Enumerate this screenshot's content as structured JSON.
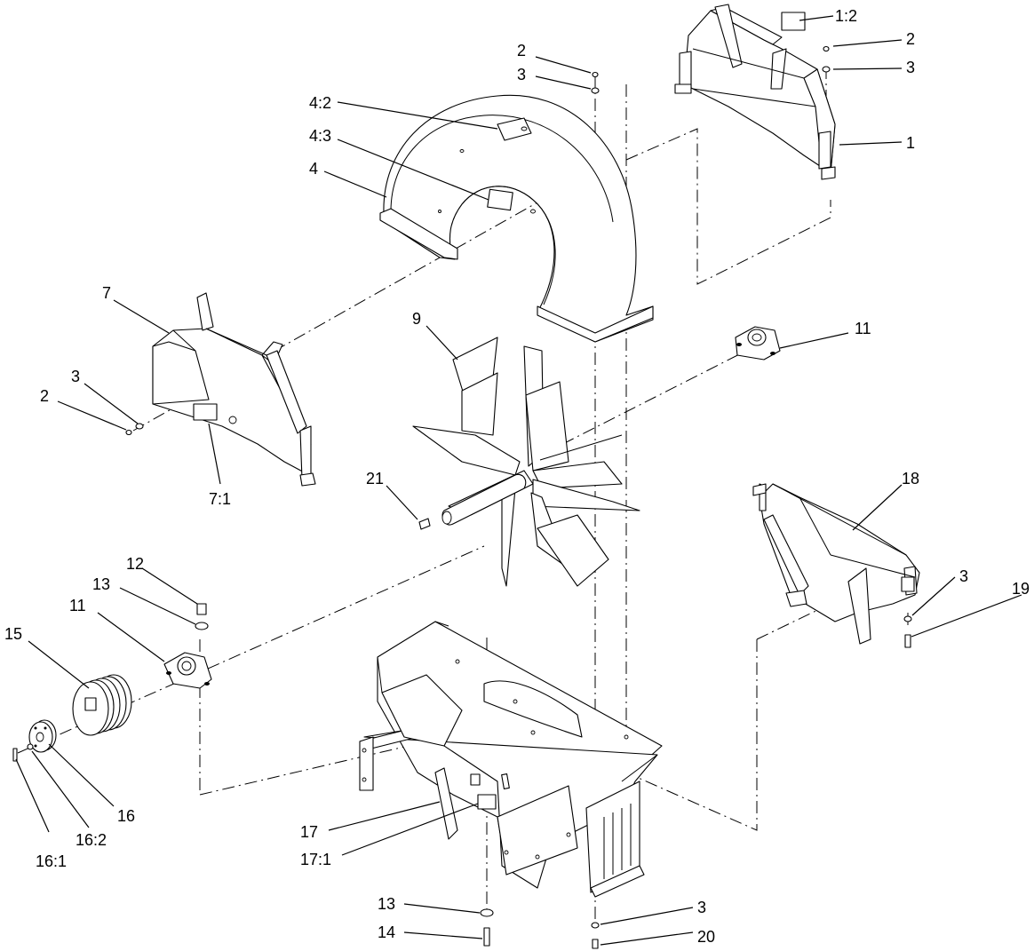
{
  "callouts": [
    {
      "id": "c-2a",
      "text": "2"
    },
    {
      "id": "c-3a",
      "text": "3"
    },
    {
      "id": "c-1-2",
      "text": "1:2"
    },
    {
      "id": "c-2b",
      "text": "2"
    },
    {
      "id": "c-3b",
      "text": "3"
    },
    {
      "id": "c-1",
      "text": "1"
    },
    {
      "id": "c-4-2",
      "text": "4:2"
    },
    {
      "id": "c-4-3",
      "text": "4:3"
    },
    {
      "id": "c-4",
      "text": "4"
    },
    {
      "id": "c-7",
      "text": "7"
    },
    {
      "id": "c-3c",
      "text": "3"
    },
    {
      "id": "c-2c",
      "text": "2"
    },
    {
      "id": "c-7-1",
      "text": "7:1"
    },
    {
      "id": "c-9",
      "text": "9"
    },
    {
      "id": "c-11a",
      "text": "11"
    },
    {
      "id": "c-21",
      "text": "21"
    },
    {
      "id": "c-18",
      "text": "18"
    },
    {
      "id": "c-3d",
      "text": "3"
    },
    {
      "id": "c-19",
      "text": "19"
    },
    {
      "id": "c-12",
      "text": "12"
    },
    {
      "id": "c-13a",
      "text": "13"
    },
    {
      "id": "c-11b",
      "text": "11"
    },
    {
      "id": "c-15",
      "text": "15"
    },
    {
      "id": "c-16",
      "text": "16"
    },
    {
      "id": "c-16-2",
      "text": "16:2"
    },
    {
      "id": "c-16-1",
      "text": "16:1"
    },
    {
      "id": "c-17",
      "text": "17"
    },
    {
      "id": "c-17-1",
      "text": "17:1"
    },
    {
      "id": "c-13b",
      "text": "13"
    },
    {
      "id": "c-14",
      "text": "14"
    },
    {
      "id": "c-3e",
      "text": "3"
    },
    {
      "id": "c-20",
      "text": "20"
    }
  ]
}
